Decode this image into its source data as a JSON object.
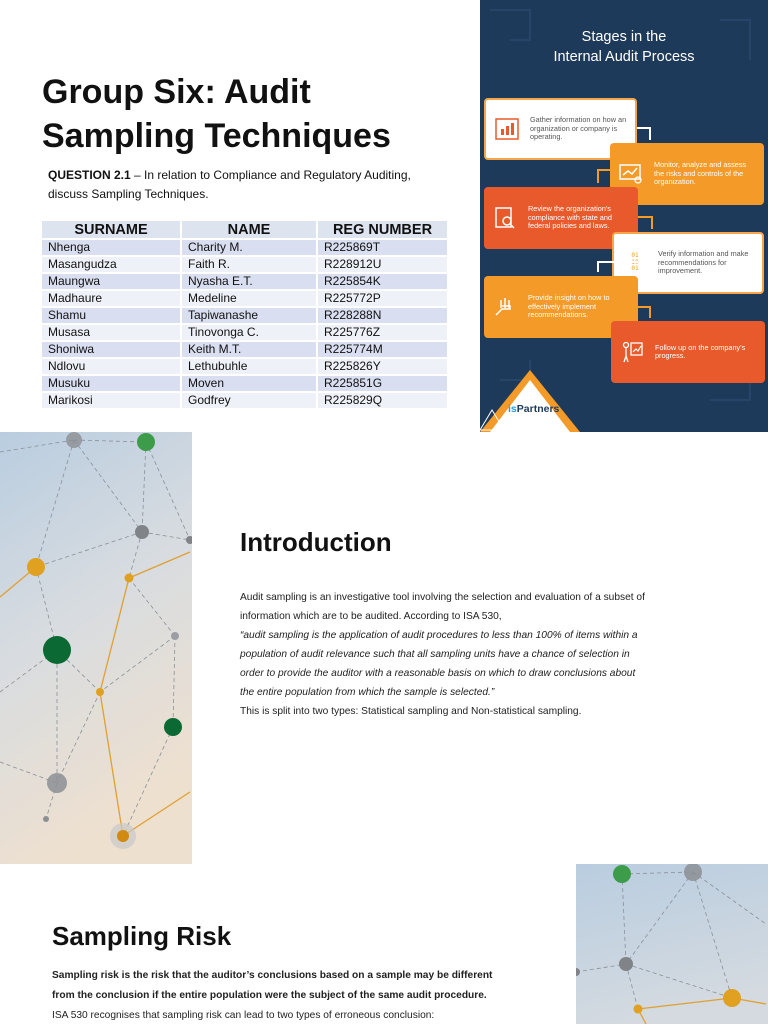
{
  "slide1": {
    "title_line1": "Group Six: Audit",
    "title_line2": "Sampling Techniques",
    "question_label": "QUESTION 2.1",
    "question_text": " – In relation to Compliance and Regulatory Auditing, discuss Sampling Techniques.",
    "table": {
      "headers": [
        "SURNAME",
        "NAME",
        "REG NUMBER"
      ],
      "rows": [
        [
          "Nhenga",
          "Charity M.",
          "R225869T"
        ],
        [
          "Masangudza",
          "Faith R.",
          "R228912U"
        ],
        [
          "Maungwa",
          "Nyasha E.T.",
          "R225854K"
        ],
        [
          "Madhaure",
          "Medeline",
          "R225772P"
        ],
        [
          "Shamu",
          "Tapiwanashe",
          "R228288N"
        ],
        [
          "Musasa",
          "Tinovonga C.",
          "R225776Z"
        ],
        [
          "Shoniwa",
          "Keith M.T.",
          "R225774M"
        ],
        [
          "Ndlovu",
          "Lethubuhle",
          "R225826Y"
        ],
        [
          "Musuku",
          "Moven",
          "R225851G"
        ],
        [
          "Marikosi",
          "Godfrey",
          "R225829Q"
        ]
      ]
    }
  },
  "infographic": {
    "title_line1": "Stages in the",
    "title_line2": "Internal Audit Process",
    "steps": [
      "Gather information on how an organization or company is operating.",
      "Monitor, analyze and assess the risks and controls of the organization.",
      "Review the organization's compliance with state and federal policies and laws.",
      "Verify information and make recommendations for improvement.",
      "Provide insight on how to effectively implement recommendations.",
      "Follow up on the company's progress."
    ],
    "logo_prefix": "is",
    "logo_text": "Partners",
    "colors": {
      "background": "#1e3a5a",
      "orange": "#f39a28",
      "red": "#e85a2b"
    }
  },
  "slide2": {
    "heading": "Introduction",
    "p1": "Audit sampling is an investigative tool involving the selection and evaluation of a subset of information which are to be audited.  According to ISA 530,",
    "quote": "“audit sampling is the application of audit procedures to less than 100% of items within a population of audit relevance such that all sampling units have a chance of selection in order to provide the auditor with a reasonable basis on which to draw conclusions about the entire population from which the sample is selected.”",
    "p2": "This is split into two types: Statistical sampling and Non-statistical sampling."
  },
  "slide3": {
    "heading": "Sampling Risk",
    "bold_text": "Sampling risk is the risk that the auditor’s conclusions based on a sample may be different from the conclusion if the entire population were the subject of the same audit procedure.",
    "text": "ISA 530 recognises that sampling risk can lead to two types of erroneous conclusion:"
  }
}
